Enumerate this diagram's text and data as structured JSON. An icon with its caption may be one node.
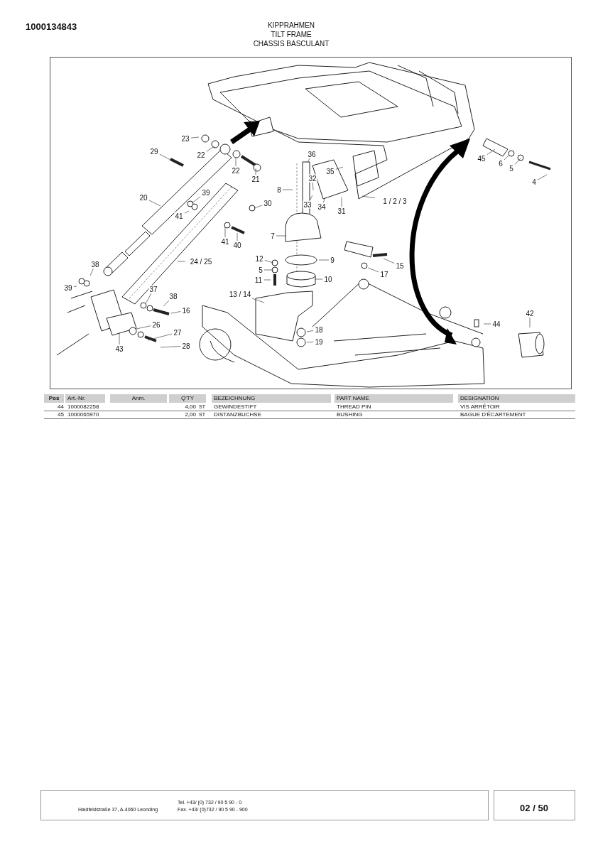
{
  "diagram": {
    "title": "KIPPRAHMEN",
    "nodes": [
      {
        "text": [
          "23"
        ]
      },
      {
        "text": [
          "22"
        ]
      },
      {
        "text": [
          "29"
        ]
      },
      {
        "text": [
          "22"
        ]
      },
      {
        "text": [
          "21"
        ]
      },
      {
        "text": [
          "36"
        ]
      },
      {
        "text": [
          "35"
        ]
      },
      {
        "text": [
          "45"
        ]
      },
      {
        "text": [
          "6"
        ]
      },
      {
        "text": [
          "5"
        ]
      },
      {
        "text": [
          "4"
        ]
      },
      {
        "text": [
          "8"
        ]
      },
      {
        "text": [
          "32"
        ]
      },
      {
        "text": [
          "20"
        ]
      },
      {
        "text": [
          "39"
        ]
      },
      {
        "text": [
          "33"
        ]
      },
      {
        "text": [
          "34"
        ]
      },
      {
        "text": [
          "30"
        ]
      },
      {
        "text": [
          "31"
        ]
      },
      {
        "text": [
          "1 / 2 / 3"
        ]
      },
      {
        "text": [
          "41"
        ]
      },
      {
        "text": [
          "7"
        ]
      },
      {
        "text": [
          "41"
        ]
      },
      {
        "text": [
          "40"
        ]
      },
      {
        "text": [
          "12"
        ]
      },
      {
        "text": [
          "9"
        ]
      },
      {
        "text": [
          "24 / 25"
        ]
      },
      {
        "text": [
          "15"
        ]
      },
      {
        "text": [
          "38"
        ]
      },
      {
        "text": [
          "5"
        ]
      },
      {
        "text": [
          "17"
        ]
      },
      {
        "text": [
          "11"
        ]
      },
      {
        "text": [
          "10"
        ]
      },
      {
        "text": [
          "39"
        ]
      },
      {
        "text": [
          "37"
        ]
      },
      {
        "text": [
          "13 / 14"
        ]
      },
      {
        "text": [
          "38"
        ]
      },
      {
        "text": [
          "16"
        ]
      },
      {
        "text": [
          "42"
        ]
      },
      {
        "text": [
          "44"
        ]
      },
      {
        "text": [
          "26"
        ]
      },
      {
        "text": [
          "18"
        ]
      },
      {
        "text": [
          "27"
        ]
      },
      {
        "text": [
          "28"
        ]
      },
      {
        "text": [
          "19"
        ]
      },
      {
        "text": [
          "43"
        ]
      }
    ],
    "edges": [
      {
        "from": 0,
        "to": null,
        "arrow": "none"
      },
      {
        "from": 1,
        "to": null,
        "arrow": "none"
      },
      {
        "from": 2,
        "to": null,
        "arrow": "none"
      },
      {
        "from": 3,
        "to": null,
        "arrow": "none"
      },
      {
        "from": 4,
        "to": null,
        "arrow": "none"
      },
      {
        "from": 5,
        "to": null,
        "arrow": "none"
      },
      {
        "from": 6,
        "to": null,
        "arrow": "none"
      },
      {
        "from": 7,
        "to": null,
        "arrow": "none"
      },
      {
        "from": 8,
        "to": null,
        "arrow": "none"
      },
      {
        "from": 9,
        "to": null,
        "arrow": "none"
      },
      {
        "from": 10,
        "to": null,
        "arrow": "none"
      },
      {
        "from": 11,
        "to": null,
        "arrow": "none"
      },
      {
        "from": 12,
        "to": null,
        "arrow": "none"
      },
      {
        "from": 13,
        "to": null,
        "arrow": "none"
      },
      {
        "from": 14,
        "to": null,
        "arrow": "none"
      },
      {
        "from": 15,
        "to": null,
        "arrow": "none"
      },
      {
        "from": 16,
        "to": null,
        "arrow": "none"
      },
      {
        "from": 17,
        "to": null,
        "arrow": "none"
      },
      {
        "from": 18,
        "to": null,
        "arrow": "none"
      },
      {
        "from": 19,
        "to": null,
        "arrow": "none"
      },
      {
        "from": 20,
        "to": null,
        "arrow": "none"
      },
      {
        "from": 21,
        "to": null,
        "arrow": "none"
      },
      {
        "from": 22,
        "to": null,
        "arrow": "none"
      },
      {
        "from": 23,
        "to": null,
        "arrow": "none"
      },
      {
        "from": 24,
        "to": null,
        "arrow": "none"
      },
      {
        "from": 25,
        "to": null,
        "arrow": "none"
      },
      {
        "from": 26,
        "to": null,
        "arrow": "none"
      },
      {
        "from": 27,
        "to": null,
        "arrow": "none"
      },
      {
        "from": 28,
        "to": null,
        "arrow": "none"
      },
      {
        "from": 29,
        "to": null,
        "arrow": "none"
      },
      {
        "from": 30,
        "to": null,
        "arrow": "none"
      },
      {
        "from": 31,
        "to": null,
        "arrow": "none"
      },
      {
        "from": 32,
        "to": null,
        "arrow": "none"
      },
      {
        "from": 33,
        "to": null,
        "arrow": "none"
      },
      {
        "from": 34,
        "to": null,
        "arrow": "none"
      },
      {
        "from": 35,
        "to": null,
        "arrow": "none"
      },
      {
        "from": 36,
        "to": null,
        "arrow": "none"
      },
      {
        "from": 37,
        "to": null,
        "arrow": "none"
      },
      {
        "from": 38,
        "to": null,
        "arrow": "none"
      },
      {
        "from": 39,
        "to": null,
        "arrow": "none"
      },
      {
        "from": 40,
        "to": null,
        "arrow": "none"
      },
      {
        "from": 41,
        "to": null,
        "arrow": "none"
      },
      {
        "from": 42,
        "to": null,
        "arrow": "none"
      },
      {
        "from": 43,
        "to": null,
        "arrow": "none"
      },
      {
        "from": 44,
        "to": null,
        "arrow": "none"
      },
      {
        "from": 45,
        "to": null,
        "arrow": "none"
      }
    ],
    "labels": [
      "1000134843",
      "TILT FRAME",
      "CHASSIS BASCULANT",
      "Pos",
      "Art.-Nr.",
      "Anm.",
      "Q'TY",
      "BEZEICHNUNG",
      "PART NAME",
      "DESIGNATION",
      "44",
      "1000082258",
      "4,00",
      "ST",
      "GEWINDESTIFT",
      "THREAD PIN",
      "VIS ARRÊTOIR",
      "45",
      "1000065970",
      "2,00",
      "ST",
      "DISTANZBUCHSE",
      "BUSHING",
      "BAGUE D'ÉCARTEMENT",
      "Haidfeldstraße 37, A-4060 Leonding",
      "Tel. +43/ (0) 732 / 90 5 90 - 0",
      "Fax. +43/ (0)732 / 90 5 90 - 900",
      "02 / 50"
    ]
  }
}
